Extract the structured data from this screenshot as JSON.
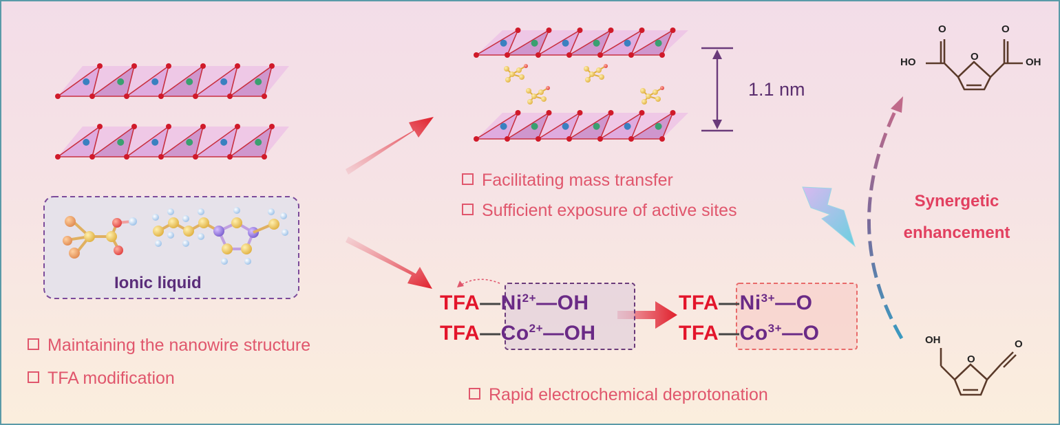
{
  "left": {
    "ionic_liquid_label": "Ionic liquid",
    "bullets": [
      "Maintaining the nanowire structure",
      "TFA modification"
    ]
  },
  "top": {
    "spacing_label": "1.1 nm",
    "bullets": [
      "Facilitating mass transfer",
      "Sufficient exposure of active sites"
    ]
  },
  "bottom": {
    "tfa": "TFA",
    "before": [
      {
        "metal": "Ni",
        "charge": "2+",
        "group": "OH"
      },
      {
        "metal": "Co",
        "charge": "2+",
        "group": "OH"
      }
    ],
    "after": [
      {
        "metal": "Ni",
        "charge": "3+",
        "group": "O"
      },
      {
        "metal": "Co",
        "charge": "3+",
        "group": "O"
      }
    ],
    "bullet": "Rapid electrochemical deprotonation"
  },
  "right": {
    "synergy_label": [
      "Synergetic",
      "enhancement"
    ],
    "product_labels": {
      "left": "HO",
      "right": "OH",
      "o_left": "O",
      "o_right": "O",
      "ring": "O"
    },
    "reactant_labels": {
      "oh": "OH",
      "ring": "O",
      "aldehyde": "O"
    }
  },
  "colors": {
    "accent": "#e0566c",
    "tfa": "#e3152b",
    "metal": "#6a2a86",
    "arrow": "#e0303c",
    "dash_box_purple": "#7b4a9a",
    "dash_box_red": "#e86a6a"
  }
}
